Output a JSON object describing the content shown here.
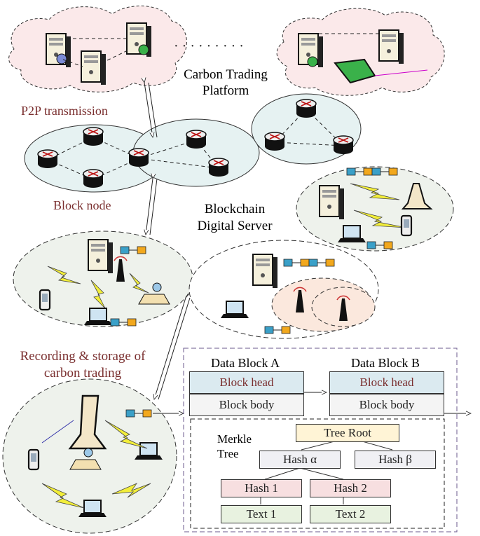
{
  "labels": {
    "platform_line1": "Carbon Trading",
    "platform_line2": "Platform",
    "p2p": "P2P transmission",
    "block_node": "Block node",
    "server_line1": "Blockchain",
    "server_line2": "Digital Server",
    "recording_line1": "Recording & storage of",
    "recording_line2": "carbon trading"
  },
  "blocks": {
    "a_title": "Data Block A",
    "b_title": "Data Block B",
    "head": "Block head",
    "body": "Block body"
  },
  "merkle": {
    "label_line1": "Merkle",
    "label_line2": "Tree",
    "root": "Tree Root",
    "hash_alpha": "Hash α",
    "hash_beta": "Hash β",
    "hash1": "Hash 1",
    "hash2": "Hash 2",
    "text1": "Text 1",
    "text2": "Text 2"
  },
  "colors": {
    "cloud_fill": "#fbe9ea",
    "cluster_fill": "#e6f2f2",
    "zone_fill": "#eef2ec",
    "ring_fill": "#fbe8dd",
    "chain_blue": "#3aa0c8",
    "chain_orange": "#f2a81d",
    "lightning": "#f2ee3a",
    "frame_dash": "#6b5a8e"
  }
}
